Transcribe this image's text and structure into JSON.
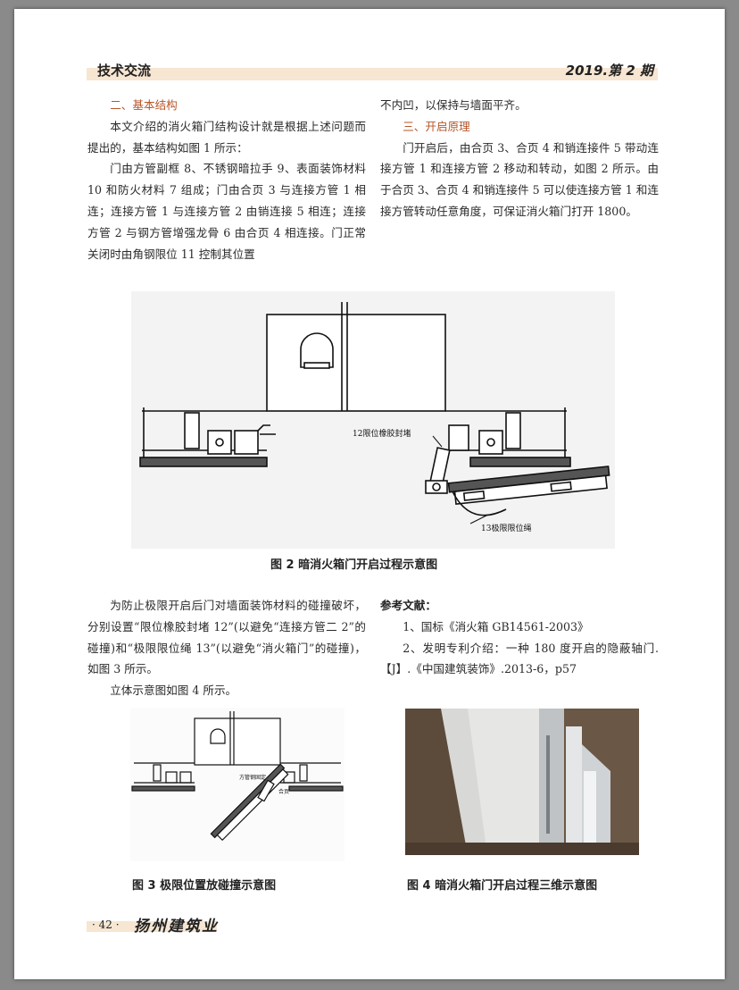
{
  "header": {
    "section": "技术交流",
    "issue": "2019.第 2 期"
  },
  "left_col": {
    "section_title": "二、基本结构",
    "p1": "本文介绍的消火箱门结构设计就是根据上述问题而提出的，基本结构如图 1 所示：",
    "p2": "门由方管副框 8、不锈钢暗拉手 9、表面装饰材料 10 和防火材料 7 组成；门由合页 3 与连接方管 1 相连；连接方管 1 与连接方管 2 由销连接 5 相连；连接方管 2 与钢方管增强龙骨 6 由合页 4 相连接。门正常关闭时由角钢限位 11 控制其位置"
  },
  "right_col": {
    "p0": "不内凹，以保持与墙面平齐。",
    "section_title": "三、开启原理",
    "p1": "门开启后，由合页 3、合页 4 和销连接件 5 带动连接方管 1 和连接方管 2 移动和转动，如图 2 所示。由于合页 3、合页 4 和销连接件 5 可以使连接方管 1 和连接方管转动任意角度，可保证消火箱门打开 1800。"
  },
  "fig2": {
    "label_12": "12限位橡胶封堵",
    "label_13": "13极限限位绳",
    "caption": "图 2  暗消火箱门开启过程示意图"
  },
  "lower_left": {
    "p1": "为防止极限开启后门对墙面装饰材料的碰撞破坏，分别设置“限位橡胶封堵 12”(以避免“连接方管二 2”的碰撞)和“极限限位绳 13”(以避免“消火箱门”的碰撞)，如图 3 所示。",
    "p2": "立体示意图如图 4 所示。"
  },
  "refs": {
    "heading": "参考文献：",
    "r1": "1、国标《消火箱 GB14561-2003》",
    "r2": "2、发明专利介绍：一种 180 度开启的隐蔽轴门.【J】.《中国建筑装饰》.2013-6，p57"
  },
  "fig3": {
    "label_a": "方管钢固定",
    "label_b": "合页",
    "caption": "图 3  极限位置放碰撞示意图"
  },
  "fig4": {
    "caption": "图 4  暗消火箱门开启过程三维示意图"
  },
  "footer": {
    "page": "· 42 ·",
    "magazine": "扬州建筑业"
  }
}
